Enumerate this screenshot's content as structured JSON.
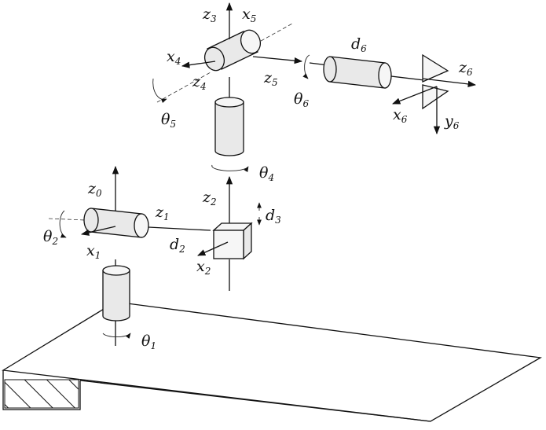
{
  "figure": {
    "labels": {
      "z0": {
        "base": "z",
        "sub": "0"
      },
      "x1": {
        "base": "x",
        "sub": "1"
      },
      "z1": {
        "base": "z",
        "sub": "1"
      },
      "theta1": {
        "base": "θ",
        "sub": "1"
      },
      "theta2": {
        "base": "θ",
        "sub": "2"
      },
      "d2": {
        "base": "d",
        "sub": "2"
      },
      "x2": {
        "base": "x",
        "sub": "2"
      },
      "z2": {
        "base": "z",
        "sub": "2"
      },
      "d3": {
        "base": "d",
        "sub": "3"
      },
      "theta4": {
        "base": "θ",
        "sub": "4"
      },
      "z3": {
        "base": "z",
        "sub": "3"
      },
      "x5top": {
        "base": "x",
        "sub": "5"
      },
      "x4": {
        "base": "x",
        "sub": "4"
      },
      "z4": {
        "base": "z",
        "sub": "4"
      },
      "z5": {
        "base": "z",
        "sub": "5"
      },
      "theta5": {
        "base": "θ",
        "sub": "5"
      },
      "theta6": {
        "base": "θ",
        "sub": "6"
      },
      "d6": {
        "base": "d",
        "sub": "6"
      },
      "z6": {
        "base": "z",
        "sub": "6"
      },
      "x6": {
        "base": "x",
        "sub": "6"
      },
      "y6": {
        "base": "y",
        "sub": "6"
      }
    }
  }
}
